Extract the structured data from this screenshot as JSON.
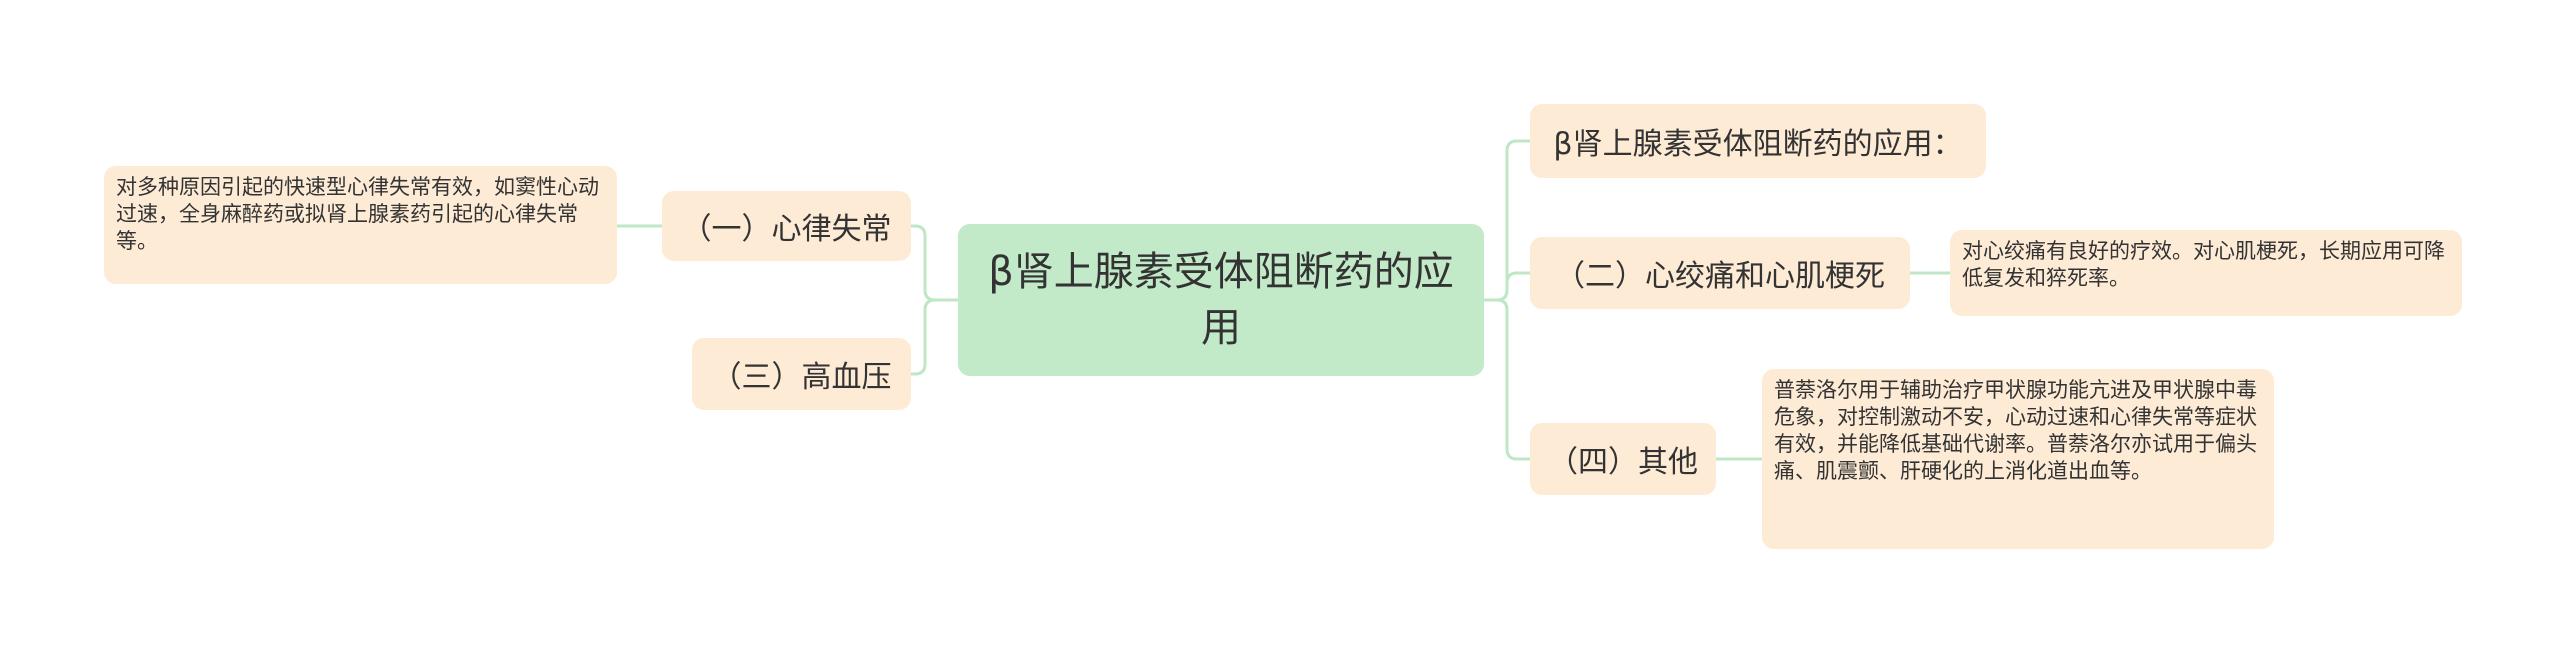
{
  "center": {
    "title": "β肾上腺素受体阻断药的应用"
  },
  "left": {
    "branch1": {
      "label": "（一）心律失常"
    },
    "branch1_detail": {
      "text": "对多种原因引起的快速型心律失常有效，如窦性心动过速，全身麻醉药或拟肾上腺素药引起的心律失常等。"
    },
    "branch3": {
      "label": "（三）高血压"
    }
  },
  "right": {
    "heading": {
      "label": "β肾上腺素受体阻断药的应用："
    },
    "branch2": {
      "label": "（二）心绞痛和心肌梗死"
    },
    "branch2_detail": {
      "text": "对心绞痛有良好的疗效。对心肌梗死，长期应用可降低复发和猝死率。"
    },
    "branch4": {
      "label": "（四）其他"
    },
    "branch4_detail": {
      "text": "普萘洛尔用于辅助治疗甲状腺功能亢进及甲状腺中毒危象，对控制激动不安，心动过速和心律失常等症状有效，并能降低基础代谢率。普萘洛尔亦试用于偏头痛、肌震颤、肝硬化的上消化道出血等。"
    }
  },
  "colors": {
    "center_fill": "#c3eac8",
    "node_fill": "#fdebd6",
    "connector": "#bfe7c6"
  }
}
